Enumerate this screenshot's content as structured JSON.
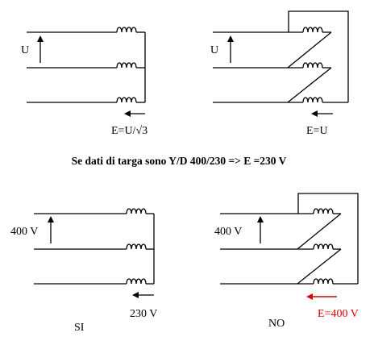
{
  "colors": {
    "ink": "#000000",
    "highlight": "#e00000",
    "background": "#ffffff"
  },
  "diagrams": {
    "top_left": {
      "voltage_label": "U",
      "result_label": "E=U/√3"
    },
    "top_right": {
      "voltage_label": "U",
      "result_label": "E=U"
    },
    "bottom_left": {
      "voltage_label": "400 V",
      "result_label": "230 V",
      "verdict": "SI"
    },
    "bottom_right": {
      "voltage_label": "400 V",
      "result_label": "E=400 V",
      "verdict": "NO"
    }
  },
  "caption": "Se dati di targa sono Y/D 400/230 => E =230 V"
}
